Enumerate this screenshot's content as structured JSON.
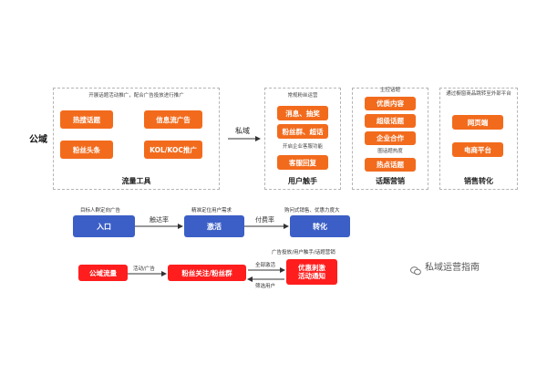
{
  "public_domain_label": "公域",
  "private_domain_label": "私域",
  "traffic_tools": {
    "caption": "开展话题活动推广，配合广告投放进行推广",
    "buttons": [
      "热搜话题",
      "信息流广告",
      "粉丝头条",
      "KOL/KOC推广"
    ],
    "title": "流量工具"
  },
  "user_touch": {
    "caption_top": "常规粉丝运营",
    "buttons": [
      "消息、抽奖",
      "粉丝群、超话"
    ],
    "caption_mid": "开启企业客服功能",
    "service_button": "客服回复",
    "title": "用户触手"
  },
  "topic_marketing": {
    "caption_top": "主控话题",
    "buttons": [
      "优质内容",
      "超级话题",
      "企业合作"
    ],
    "caption_mid": "圈话题热度",
    "hot_button": "热点话题",
    "title": "话题营销"
  },
  "sales_conversion": {
    "caption_top": "通过橱窗商品跳转至外部平台",
    "buttons": [
      "网页端",
      "电商平台"
    ],
    "title": "销售转化"
  },
  "funnel": {
    "entry_caption": "目标人群定向广告",
    "entry": "入口",
    "reach_rate": "触达率",
    "activate_caption": "精准定位用户需求",
    "activate": "激活",
    "pay_rate": "付费率",
    "convert_caption": "购问式销售、优惠力度大",
    "convert": "转化"
  },
  "flow": {
    "public_traffic": "公域流量",
    "ad_label": "活动/广告",
    "fans": "粉丝关注/粉丝群",
    "all_activate": "全部激活",
    "top_caption": "广告投放/用户触手/话题营销",
    "filter": "筛选用户",
    "promo": "优惠刺激\n活动通知"
  },
  "watermark": {
    "text": "私域运营指南"
  }
}
